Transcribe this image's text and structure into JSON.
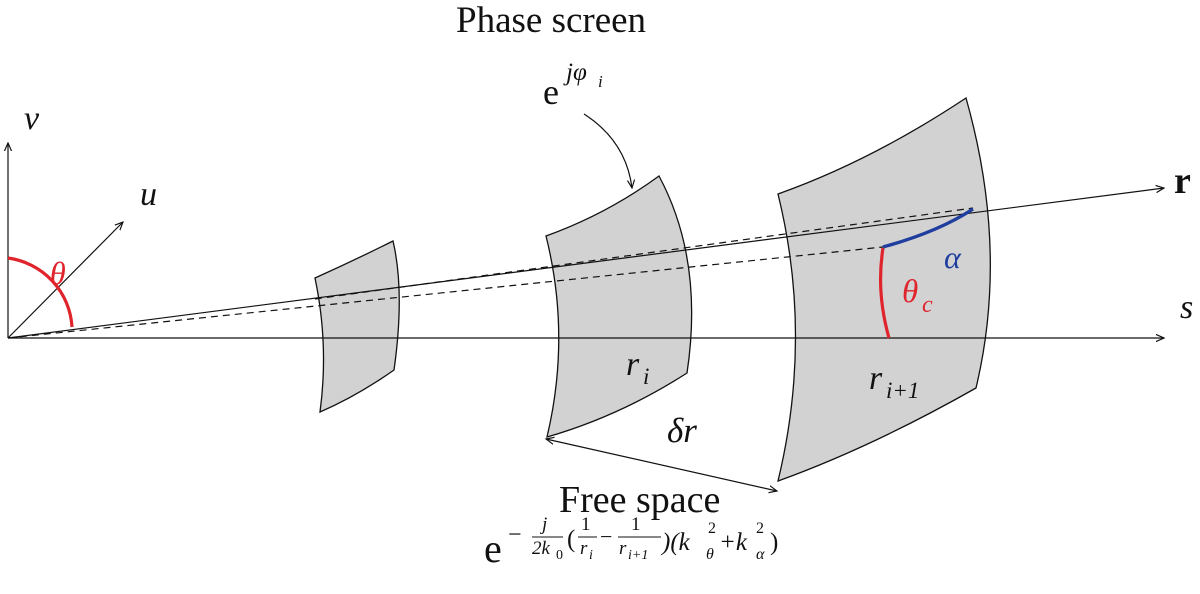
{
  "labels": {
    "phase_screen": "Phase screen",
    "phase_factor_base": "e",
    "phase_factor_exp": "jφ",
    "phase_factor_sub": "i",
    "axis_v": "v",
    "axis_u": "u",
    "axis_r": "r",
    "axis_s": "s",
    "theta": "θ",
    "theta_c_base": "θ",
    "theta_c_sub": "c",
    "alpha": "α",
    "r_i_base": "r",
    "r_i_sub": "i",
    "r_i1_base": "r",
    "r_i1_sub": "i+1",
    "delta_r": "δr",
    "free_space": "Free space",
    "prop_base": "e",
    "prop_minus": "−",
    "prop_j": "j",
    "prop_2k": "2k",
    "prop_k_sub": "0",
    "prop_lparen": "(",
    "prop_one_a": "1",
    "prop_ri": "r",
    "prop_ri_sub": "i",
    "prop_minus2": "−",
    "prop_one_b": "1",
    "prop_ri1": "r",
    "prop_ri1_sub": "i+1",
    "prop_paren2": ")(k",
    "prop_sq1": "2",
    "prop_theta": "θ",
    "prop_plus": "+k",
    "prop_sq2": "2",
    "prop_alpha": "α",
    "prop_rparen": ")"
  },
  "colors": {
    "theta": "#e0242c",
    "alpha": "#1f3e9e",
    "screen_fill": "#d2d2d2",
    "line": "#111111"
  }
}
